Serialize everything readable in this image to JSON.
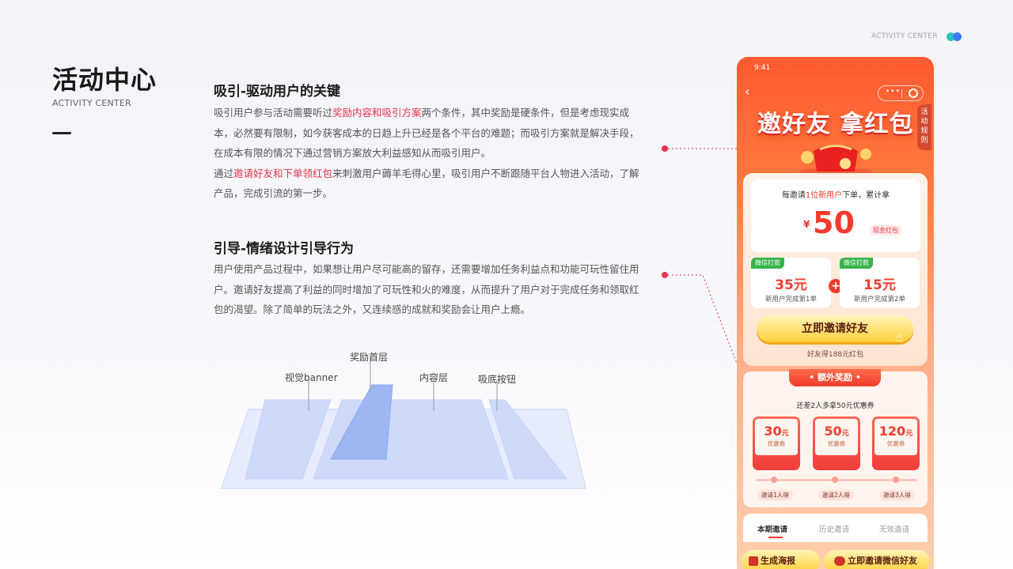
{
  "header": {
    "top_tag": "ACTIVITY CENTER",
    "title": "活动中心",
    "subtitle": "ACTIVITY CENTER"
  },
  "section1": {
    "heading": "吸引-驱动用户的关键",
    "p1_a": "吸引用户参与活动需要听过",
    "p1_hl": "奖励内容和吸引方案",
    "p1_b": "两个条件，其中奖励是硬条件，但是考虑现实成本，必然要有限制，如今获客成本的日趋上升已经是各个平台的难题；而吸引方案就是解决手段，在成本有限的情况下通过营销方案放大利益感知从而吸引用户。",
    "p2_a": "通过",
    "p2_hl": "邀请好友和下单领红包",
    "p2_b": "来刺激用户薅羊毛得心里，吸引用户不断跟随平台人物进入活动，了解产品，完成引流的第一步。"
  },
  "section2": {
    "heading": "引导-情绪设计引导行为",
    "p": "用户使用产品过程中，如果想让用户尽可能高的留存，还需要增加任务利益点和功能可玩性留住用户。邀请好友提高了利益的同时增加了可玩性和火的难度，从而提升了用户对于完成任务和领取红包的渴望。除了简单的玩法之外，又连续感的成就和奖励会让用户上瘾。"
  },
  "diagram": {
    "labels": {
      "banner": "视觉banner",
      "reward": "奖励首层",
      "content": "内容层",
      "bottom": "吸底按钮"
    }
  },
  "phone": {
    "status_time": "9:41",
    "capsule_more": "•••",
    "hero_title": "邀好友 拿红包",
    "rules": [
      "活",
      "动",
      "规",
      "则"
    ],
    "reward_caption_a": "每邀请",
    "reward_caption_hl": "1位新用户",
    "reward_caption_b": "下单，累计拿",
    "currency": "¥",
    "big_amount": "50",
    "cash_tag": "现金红包",
    "wechat_tag": "微信打款",
    "sub1_amount": "35元",
    "sub1_label": "新用户完成第1单",
    "sub2_amount": "15元",
    "sub2_label": "新用户完成第2单",
    "plus": "+",
    "invite_button": "立即邀请好友",
    "friend_bonus": "好友得188元红包",
    "extra_title": "额外奖励",
    "extra_caption": "还差2人多拿50元优惠券",
    "coupons": [
      {
        "amount": "30",
        "unit": "元",
        "type": "优惠券",
        "step": "邀请1人得"
      },
      {
        "amount": "50",
        "unit": "元",
        "type": "优惠券",
        "step": "邀请2人得"
      },
      {
        "amount": "120",
        "unit": "元",
        "type": "优惠券",
        "step": "邀请3人得"
      }
    ],
    "tabs": [
      "本期邀请",
      "历史邀请",
      "无效邀请"
    ],
    "poster_button": "生成海报",
    "wx_invite_button": "立即邀请微信好友"
  },
  "colors": {
    "accent": "#e8324a",
    "phone_orange": "#ff5a32",
    "dot_teal": "#2ec4b6",
    "dot_blue": "#3a7bfd"
  }
}
